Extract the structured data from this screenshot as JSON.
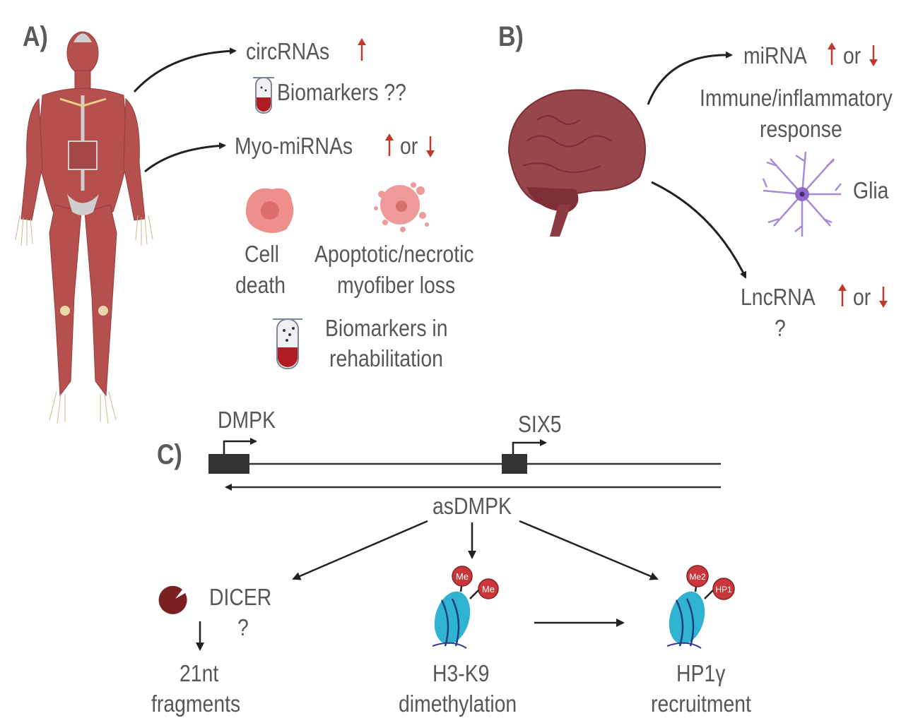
{
  "panels": {
    "a": {
      "label": "A)",
      "circrnas": {
        "text": "circRNAs",
        "trend": "up"
      },
      "biomarkers_q": "Biomarkers ??",
      "myo_mirnas": {
        "text": "Myo-miRNAs",
        "trend": "up or down",
        "or": "or"
      },
      "cell_death": [
        "Cell",
        "death"
      ],
      "myofiber_loss": [
        "Apoptotic/necrotic",
        "myofiber loss"
      ],
      "biomarkers_rehab": [
        "Biomarkers in",
        "rehabilitation"
      ]
    },
    "b": {
      "label": "B)",
      "mirna": {
        "text": "miRNA",
        "or": "or",
        "trend": "up or down"
      },
      "immune": [
        "Immune/inflammatory",
        "response"
      ],
      "glia": "Glia",
      "lncrna": {
        "text": "LncRNA",
        "or": "or",
        "question": "?",
        "trend": "up or down"
      }
    },
    "c": {
      "label": "C)",
      "gene1": "DMPK",
      "gene2": "SIX5",
      "antisense": "asDMPK",
      "dicer": "DICER",
      "dicer_q": "?",
      "fragments": [
        "21nt",
        "fragments"
      ],
      "me1": "Me",
      "me2": "Me",
      "me2_label": "Me2",
      "hp1_label": "HP1",
      "h3k9": [
        "H3-K9",
        "dimethylation"
      ],
      "hp1g": [
        "HP1γ",
        "recruitment"
      ]
    }
  },
  "colors": {
    "text": "#575757",
    "arrow_red": "#c0392b",
    "muscle": "#b5504f",
    "brain": "#8e3e44",
    "glia": "#9b7fc8",
    "nucleosome": "#2fb3d1",
    "me_circle": "#c9373a",
    "dicer": "#7a2020"
  }
}
